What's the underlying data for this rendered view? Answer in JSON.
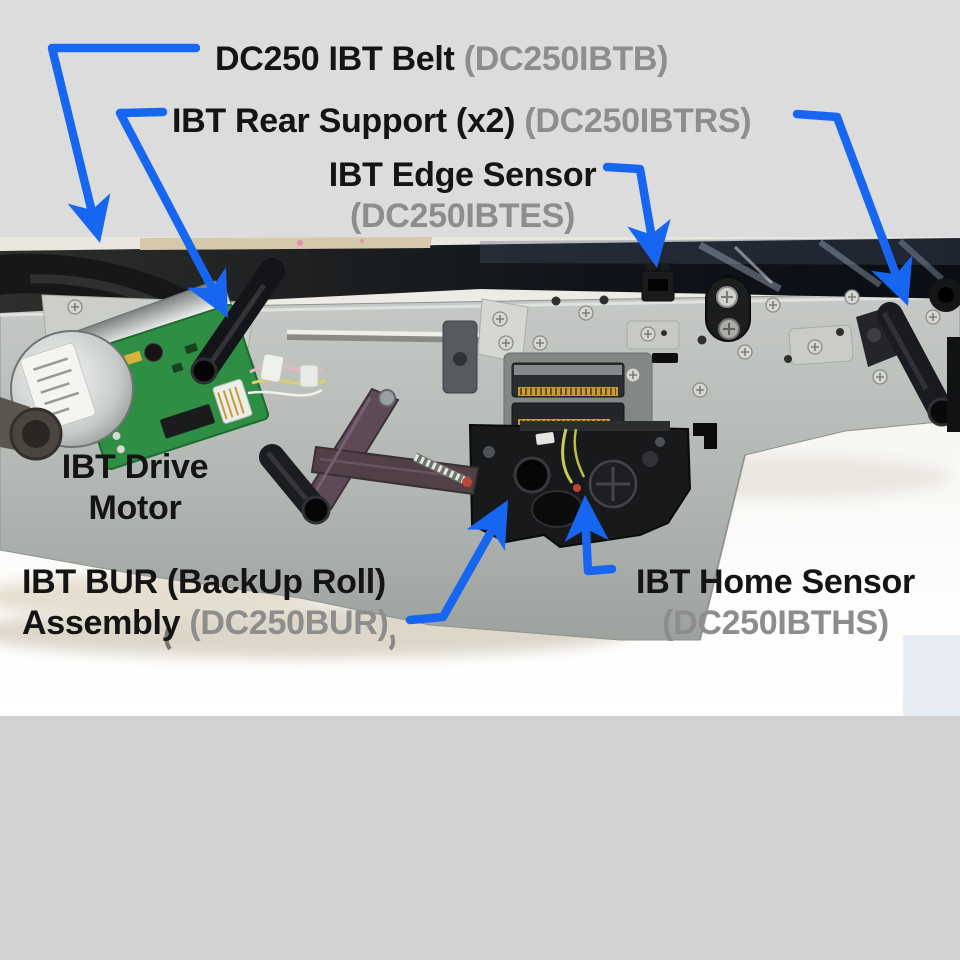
{
  "labels": {
    "belt": {
      "name": "DC250 IBT Belt",
      "code": "(DC250IBTB)"
    },
    "rear_support": {
      "name": "IBT Rear Support (x2)",
      "code": "(DC250IBTRS)"
    },
    "edge_sensor": {
      "name": "IBT Edge Sensor",
      "code": "(DC250IBTES)"
    },
    "drive_motor": {
      "line1": "IBT Drive",
      "line2": "Motor"
    },
    "bur": {
      "line1": "IBT BUR (BackUp Roll)",
      "line2_name": "Assembly",
      "code": "(DC250BUR)"
    },
    "home_sensor": {
      "name": "IBT Home Sensor",
      "code": "(DC250IBTHS)"
    }
  },
  "palette": {
    "arrow_blue": "#1766f2",
    "label_black": "#141414",
    "code_gray": "#8d8d8d",
    "page_gray": "#dcdcdc",
    "photo_white": "#fafaf8",
    "belt_dark": "#16181c",
    "chassis_gray": "#b6bab6",
    "pcb_green": "#2e8f44",
    "motor_silver": "#c9cecd"
  }
}
